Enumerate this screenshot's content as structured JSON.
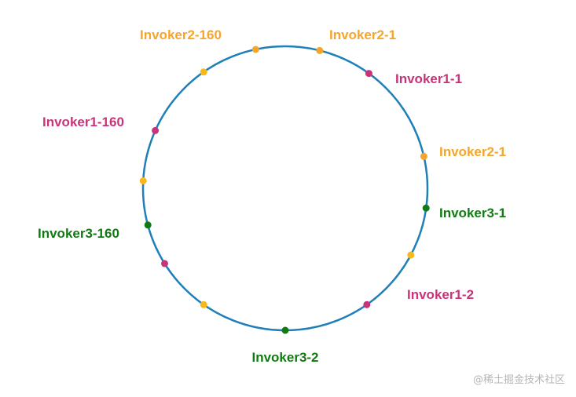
{
  "colors": {
    "ring": "#1f7fb8",
    "invoker1": "#c8337a",
    "invoker2": "#f4a52a",
    "invoker3": "#127a12",
    "dot_unlabeled": "#f7b81e"
  },
  "nodes": [
    {
      "id": "invoker2-160",
      "label": "Invoker2-160",
      "group": "invoker2",
      "angle_deg": 102
    },
    {
      "id": "invoker2-1-top",
      "label": "Invoker2-1",
      "group": "invoker2",
      "angle_deg": 76
    },
    {
      "id": "invoker1-1",
      "label": "Invoker1-1",
      "group": "invoker1",
      "angle_deg": 54
    },
    {
      "id": "invoker2-1-right",
      "label": "Invoker2-1",
      "group": "invoker2",
      "angle_deg": 13
    },
    {
      "id": "invoker3-1",
      "label": "Invoker3-1",
      "group": "invoker3",
      "angle_deg": -8
    },
    {
      "id": "unlabeled-a",
      "label": "",
      "group": "unlabeled",
      "angle_deg": -28
    },
    {
      "id": "invoker1-2",
      "label": "Invoker1-2",
      "group": "invoker1",
      "angle_deg": -55
    },
    {
      "id": "invoker3-2",
      "label": "Invoker3-2",
      "group": "invoker3",
      "angle_deg": -90
    },
    {
      "id": "unlabeled-b",
      "label": "",
      "group": "unlabeled",
      "angle_deg": -125
    },
    {
      "id": "unlabeled-c",
      "label": "",
      "group": "invoker1",
      "angle_deg": -148
    },
    {
      "id": "invoker3-160",
      "label": "Invoker3-160",
      "group": "invoker3",
      "angle_deg": -165
    },
    {
      "id": "unlabeled-d",
      "label": "",
      "group": "unlabeled",
      "angle_deg": 177
    },
    {
      "id": "invoker1-160",
      "label": "Invoker1-160",
      "group": "invoker1",
      "angle_deg": 156
    },
    {
      "id": "unlabeled-e",
      "label": "",
      "group": "unlabeled",
      "angle_deg": 125
    }
  ],
  "watermark": "@稀土掘金技术社区"
}
